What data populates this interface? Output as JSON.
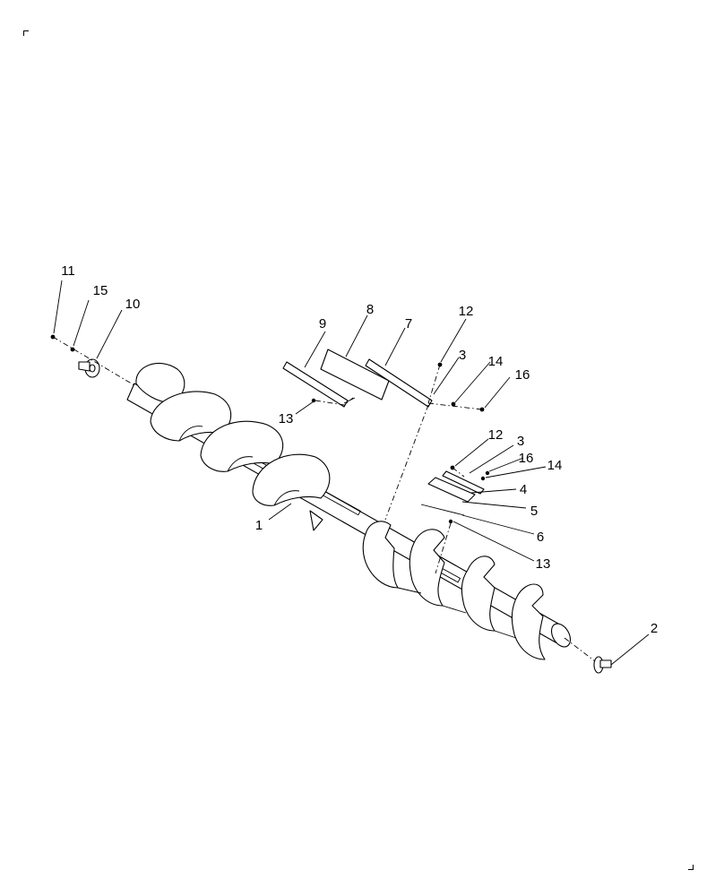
{
  "diagram": {
    "callouts": {
      "c1": "1",
      "c2": "2",
      "c3a": "3",
      "c3b": "3",
      "c4": "4",
      "c5": "5",
      "c6": "6",
      "c7": "7",
      "c8": "8",
      "c9": "9",
      "c10": "10",
      "c11": "11",
      "c12a": "12",
      "c12b": "12",
      "c13a": "13",
      "c13b": "13",
      "c14a": "14",
      "c14b": "14",
      "c15": "15",
      "c16a": "16",
      "c16b": "16"
    }
  }
}
